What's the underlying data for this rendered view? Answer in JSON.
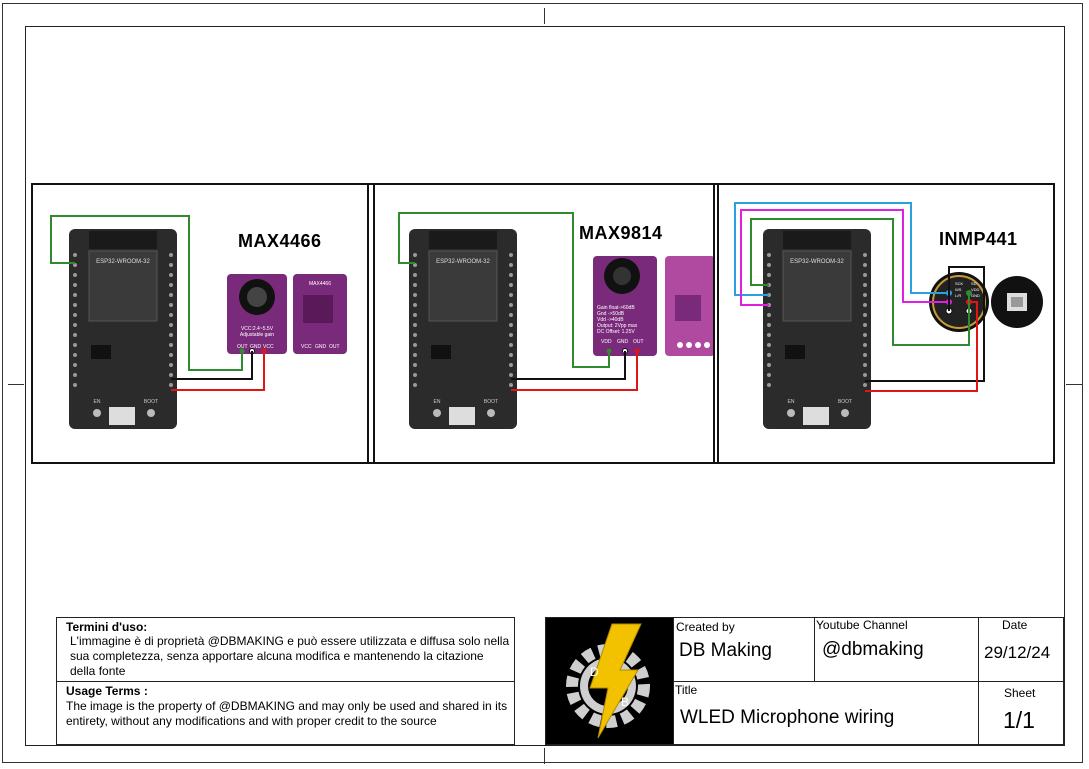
{
  "panels": [
    {
      "title": "MAX4466",
      "board_label": "ESP32-WROOM-32",
      "module_labels": [
        "VCC:2.4~5.5V",
        "Adjustable gain",
        "OUT",
        "GND",
        "VCC"
      ],
      "module2_label": "MAX4466",
      "module2_pins": [
        "VCC",
        "GND",
        "OUT"
      ]
    },
    {
      "title": "MAX9814",
      "board_label": "ESP32-WROOM-32",
      "module_labels": [
        "Gain float->60dB",
        "Gnd ->50dB",
        "Vdd ->40dB",
        "Output: 2Vpp max",
        "DC Offset: 1.25V",
        "VDD",
        "GND",
        "OUT"
      ]
    },
    {
      "title": "INMP441",
      "board_label": "ESP32-WROOM-32",
      "module_labels": [
        "SCK",
        "WS",
        "L/R",
        "SD",
        "VDD",
        "GND"
      ]
    }
  ],
  "board_buttons": {
    "en": "EN",
    "boot": "BOOT"
  },
  "terms": {
    "it_heading": "Termini d'uso:",
    "it_text": "L'immagine è di proprietà @DBMAKING e può essere utilizzata e diffusa solo nella sua completezza, senza apportare alcuna modifica e mantenendo la citazione della fonte",
    "en_heading": "Usage Terms :",
    "en_text": "The image is the property of @DBMAKING and may only be used and shared in its entirety, without any modifications and with proper credit to the source"
  },
  "title_block": {
    "logo_letters": [
      "D",
      "B"
    ],
    "created_by_label": "Created by",
    "created_by_value": "DB Making",
    "channel_label": "Youtube Channel",
    "channel_value": "@dbmaking",
    "date_label": "Date",
    "date_value": "29/12/24",
    "title_label": "Title",
    "title_value": "WLED Microphone wiring",
    "sheet_label": "Sheet",
    "sheet_value": "1/1"
  },
  "colors": {
    "wire_green": "#2e8b2e",
    "wire_black": "#111111",
    "wire_red": "#e01515",
    "wire_blue": "#2aa0e0",
    "wire_magenta": "#e020e0",
    "board_dark": "#2b2b2b",
    "module_purple": "#7a2a7a",
    "logo_yellow": "#f2c200"
  }
}
